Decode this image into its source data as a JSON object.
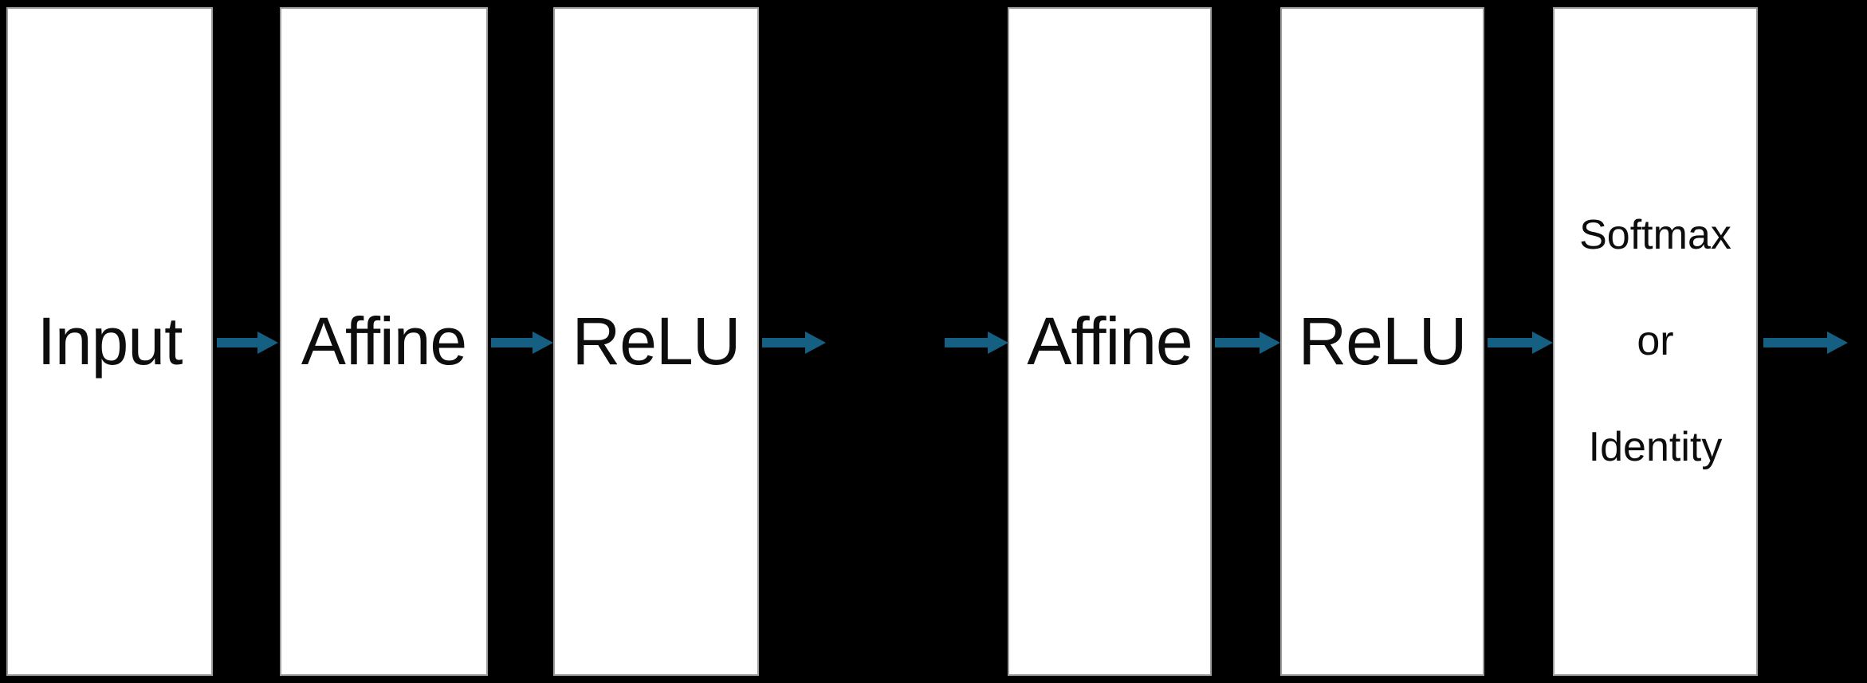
{
  "diagram": {
    "type": "flow",
    "direction": "left-to-right",
    "colors": {
      "background": "#000000",
      "box_fill": "#ffffff",
      "box_border": "#9e9e9e",
      "text": "#0d0d0d",
      "arrow": "#156082"
    },
    "nodes": [
      {
        "id": "input",
        "label": "Input"
      },
      {
        "id": "affine-1",
        "label": "Affine"
      },
      {
        "id": "relu-1",
        "label": "ReLU"
      },
      {
        "id": "affine-2",
        "label": "Affine"
      },
      {
        "id": "relu-2",
        "label": "ReLU"
      },
      {
        "id": "output",
        "lines": [
          "Softmax",
          "or",
          "Identity"
        ]
      }
    ],
    "edges": [
      {
        "from": "input",
        "to": "affine-1"
      },
      {
        "from": "affine-1",
        "to": "relu-1"
      },
      {
        "from": "relu-1",
        "to": "omitted-layers-gap"
      },
      {
        "from": "omitted-layers-gap",
        "to": "affine-2"
      },
      {
        "from": "affine-2",
        "to": "relu-2"
      },
      {
        "from": "relu-2",
        "to": "output"
      },
      {
        "from": "output",
        "to": "network-output"
      }
    ]
  }
}
